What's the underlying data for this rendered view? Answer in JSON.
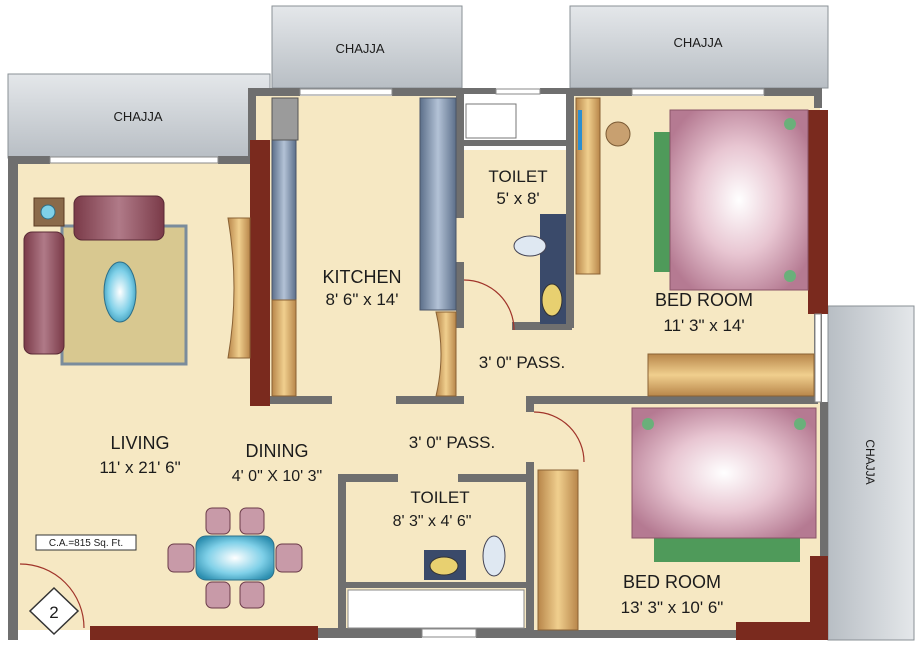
{
  "rooms": {
    "kitchen": {
      "name": "KITCHEN",
      "size": "8' 6\" x 14'"
    },
    "toilet1": {
      "name": "TOILET",
      "size": "5' x 8'"
    },
    "bedroom1": {
      "name": "BED ROOM",
      "size": "11' 3\"  x  14'"
    },
    "living": {
      "name": "LIVING",
      "size": "11' x 21' 6\""
    },
    "dining": {
      "name": "DINING",
      "size": "4' 0\" X 10' 3\""
    },
    "toilet2": {
      "name": "TOILET",
      "size": "8' 3\"  x 4' 6\""
    },
    "bedroom2": {
      "name": "BED ROOM",
      "size": "13' 3\" x 10' 6\""
    }
  },
  "passages": {
    "upper": "3' 0\" PASS.",
    "lower": "3' 0\" PASS."
  },
  "chajja": {
    "left": "CHAJJA",
    "kitchen": "CHAJJA",
    "bedroom": "CHAJJA",
    "right": "CHAJJA"
  },
  "carpet_area": "C.A.=815 Sq. Ft.",
  "entry_number": "2",
  "colors": {
    "floor": "#f6e8c3",
    "wall": "#6b6b6b",
    "brick": "#7a2a1e",
    "chajja": "#c9ced3",
    "furniture": "#9a5a6a"
  }
}
